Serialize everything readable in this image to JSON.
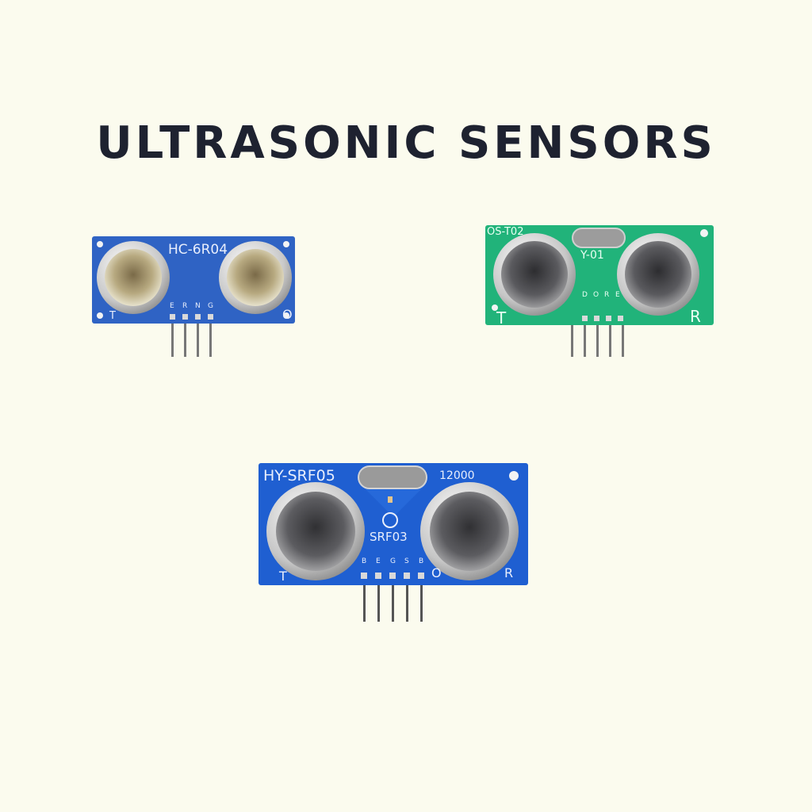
{
  "page": {
    "title": "ULTRASONIC SENSORS"
  },
  "sensors": [
    {
      "model": "HC-6R04",
      "board_color": "#2f63c4",
      "pins": [
        "E",
        "R",
        "N",
        "G"
      ],
      "pin_count": 4,
      "corner_marks": [
        "T",
        "O"
      ]
    },
    {
      "model": "OS-T02",
      "sub_label": "Y-01",
      "board_color": "#21b37a",
      "pins": [
        "D",
        "O",
        "R",
        "E"
      ],
      "pin_count": 5,
      "corner_marks": [
        "T",
        "R"
      ]
    },
    {
      "model": "HY-SRF05",
      "sub_label": "SRF03",
      "code": "12000",
      "board_color": "#1f5fd1",
      "pins": [
        "B",
        "E",
        "G",
        "S",
        "B"
      ],
      "pin_count": 5,
      "corner_marks": [
        "T",
        "O",
        "R"
      ]
    }
  ]
}
